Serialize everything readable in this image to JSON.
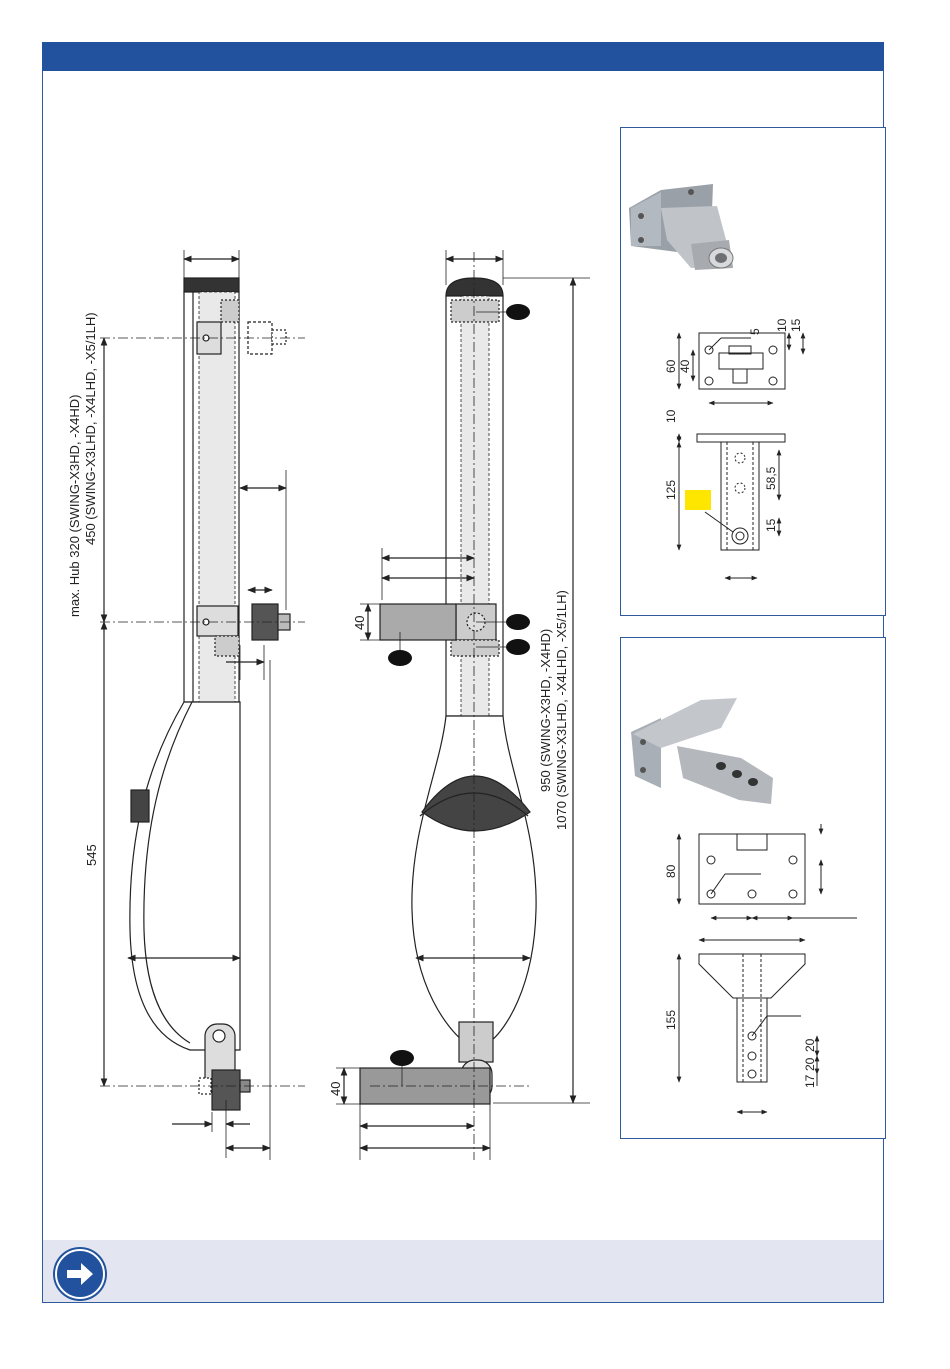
{
  "colors": {
    "header": "#22529d",
    "border": "#2f5a9e",
    "footer": "#e3e5f0",
    "highlight": "#ffe600"
  },
  "left_diagram": {
    "label_stroke_line1": "max. Hub  320 (SWING-X3HD, -X4HD)",
    "label_stroke_line2": "450 (SWING-X3LHD, -X4LHD, -X5/1LH)",
    "dim_545": "545"
  },
  "middle_diagram": {
    "dim_40_top": "40",
    "dim_40_bottom": "40",
    "label_length_line1": "950 (SWING-X3HD, -X4HD)",
    "label_length_line2": "1070 (SWING-X3LHD, -X4LHD, -X5/1LH)"
  },
  "panel_top": {
    "dim_5": "5",
    "dim_10_a": "10",
    "dim_15_a": "15",
    "dim_60": "60",
    "dim_40": "40",
    "dim_10_b": "10",
    "dim_125": "125",
    "dim_58_5": "58,5",
    "dim_15_b": "15"
  },
  "panel_bottom": {
    "dim_80": "80",
    "dim_155": "155",
    "dim_20_a": "20",
    "dim_20_b": "20",
    "dim_17": "17"
  },
  "footer": {
    "icon": "arrow-right-icon"
  }
}
